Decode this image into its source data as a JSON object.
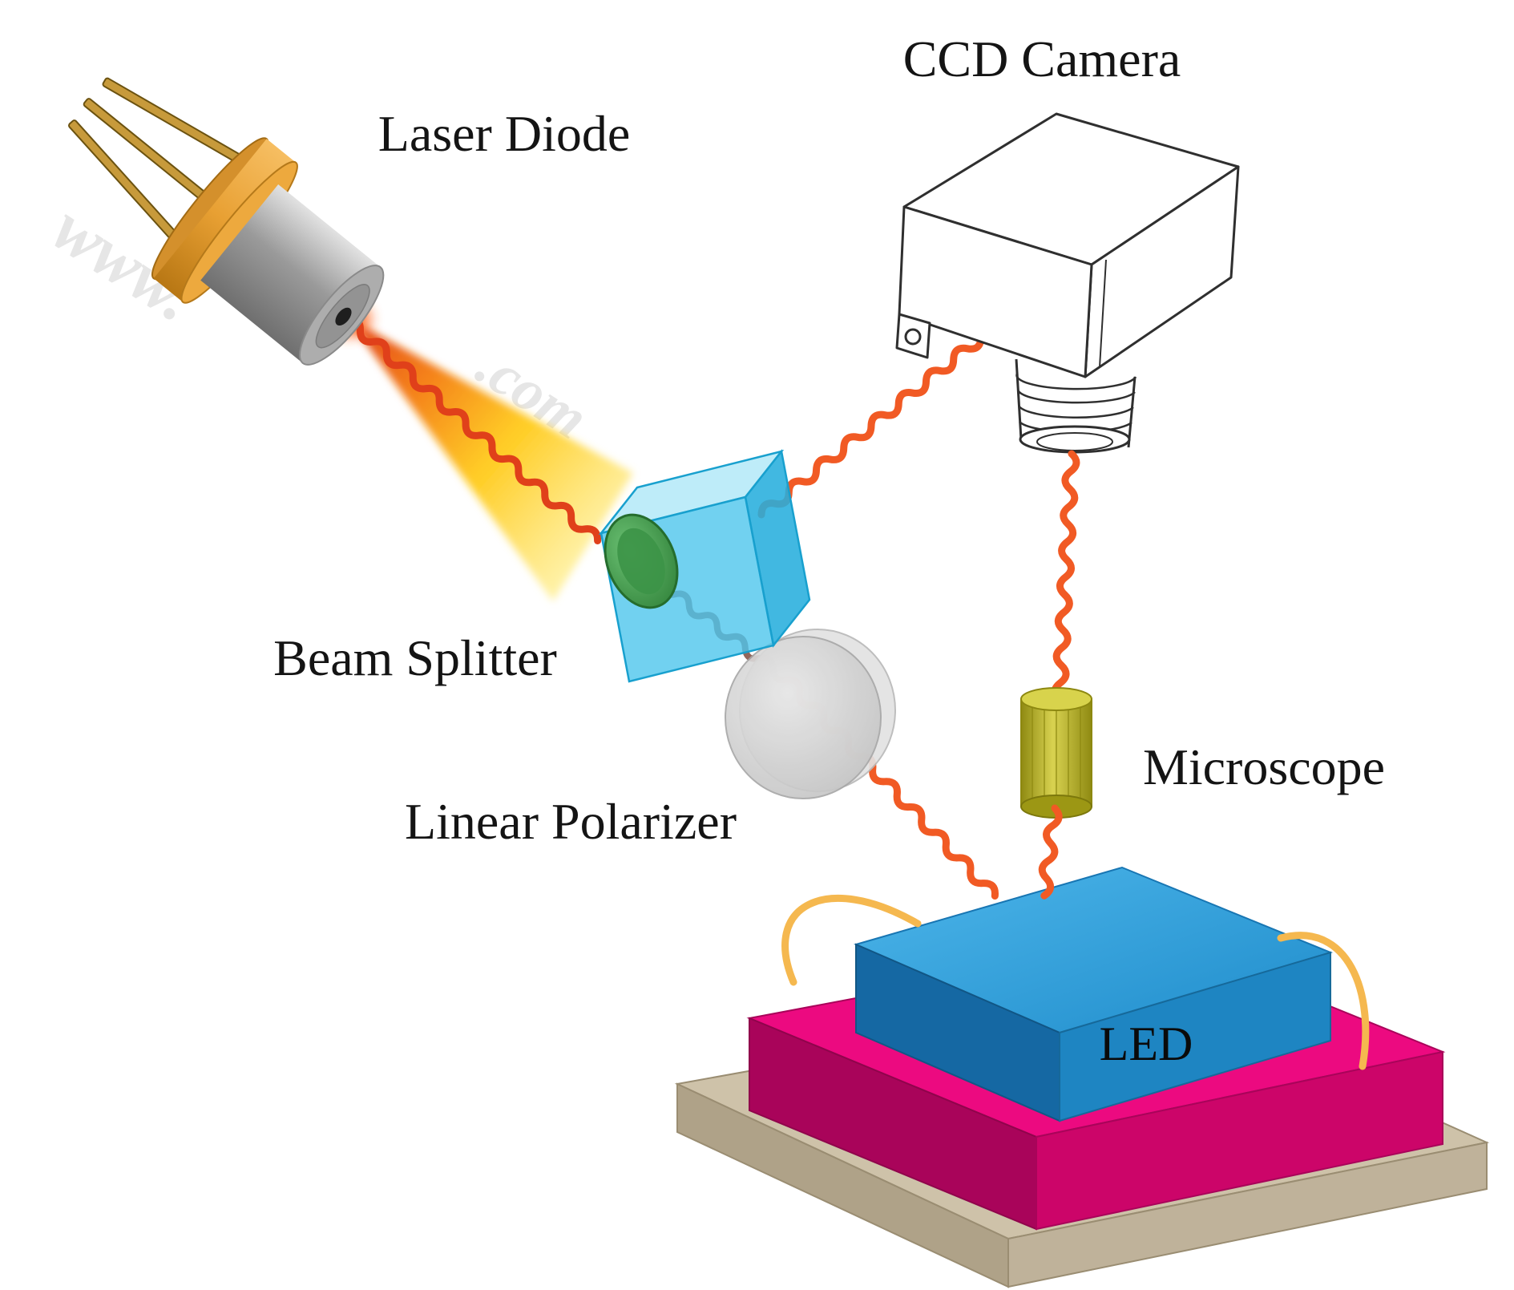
{
  "diagram": {
    "labels": {
      "laser_diode": "Laser Diode",
      "ccd_camera": "CCD Camera",
      "beam_splitter": "Beam Splitter",
      "linear_polarizer": "Linear Polarizer",
      "microscope": "Microscope",
      "led": "LED"
    },
    "watermark": {
      "fragments": [
        "www.",
        ".com"
      ]
    },
    "colors": {
      "laser_flange_orange": "#E8A636",
      "laser_body_gray": "#9C9C9C",
      "pin_gold": "#C79A3B",
      "beam_yellow": "#FFC608",
      "beam_red": "#E03A0E",
      "wave_orange": "#F15A24",
      "wave_in_cube": "#86564A",
      "beam_splitter_cyan": "#4EC5EC",
      "lens_green": "#3C9447",
      "polarizer_gray": "#CDCDCD",
      "microscope_olive": "#B9B31E",
      "led_blue": "#2E9FDB",
      "stage_magenta": "#EC0A80",
      "base_tan": "#CEC2A9",
      "bond_wire_gold": "#F5B84F",
      "outline_black": "#2F2F2F"
    }
  }
}
